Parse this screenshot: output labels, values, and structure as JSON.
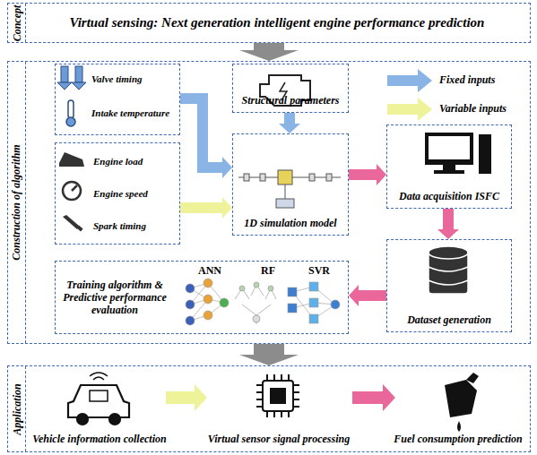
{
  "diagram": {
    "nodes": [
      {
        "text": [
          "Concept",
          "Virtual sensing: Next generation intelligent engine performance prediction"
        ]
      },
      {
        "text": [
          "Construction of algorithm"
        ]
      },
      {
        "text": [
          "Valve timing",
          "Intake temperature"
        ],
        "in": 1
      },
      {
        "text": [
          "Structural parameters"
        ],
        "in": 1
      },
      {
        "text": [
          "Engine load",
          "Engine speed",
          "Spark timing"
        ],
        "in": 1
      },
      {
        "text": [
          "1D simulation model"
        ],
        "in": 1
      },
      {
        "text": [
          "Data acquisition ISFC"
        ],
        "in": 1
      },
      {
        "text": [
          "Training algorithm & Predictive performance evaluation",
          "ANN",
          "RF",
          "SVR"
        ],
        "in": 1
      },
      {
        "text": [
          "Dataset generation"
        ],
        "in": 1
      },
      {
        "text": [
          "Application"
        ]
      },
      {
        "text": [
          "Vehicle information collection"
        ],
        "in": 9
      },
      {
        "text": [
          "Virtual sensor signal processing"
        ],
        "in": 9
      },
      {
        "text": [
          "Fuel consumption prediction"
        ],
        "in": 9
      }
    ],
    "edges": [
      {
        "from": 0,
        "to": 1,
        "arrow": "to"
      },
      {
        "from": 2,
        "to": 5,
        "arrow": "to"
      },
      {
        "from": 3,
        "to": 5,
        "arrow": "to"
      },
      {
        "from": 4,
        "to": 5,
        "arrow": "to"
      },
      {
        "from": 5,
        "to": 6,
        "arrow": "to"
      },
      {
        "from": 6,
        "to": 8,
        "arrow": "to"
      },
      {
        "from": 8,
        "to": 7,
        "arrow": "to"
      },
      {
        "from": 1,
        "to": 9,
        "arrow": "to"
      },
      {
        "from": 10,
        "to": 11,
        "arrow": "to"
      },
      {
        "from": 11,
        "to": 12,
        "arrow": "to"
      }
    ],
    "legend": [
      {
        "text": "Fixed inputs",
        "color": "#8ab4e6"
      },
      {
        "text": "Variable inputs",
        "color": "#eef39a"
      }
    ]
  }
}
